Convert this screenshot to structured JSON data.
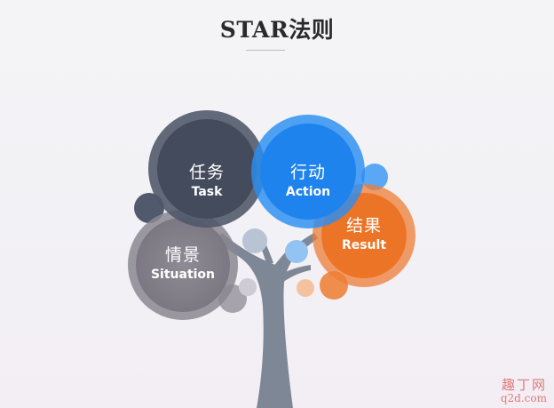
{
  "title": "STAR法则",
  "nodes": {
    "task": {
      "cn": "任务",
      "en": "Task"
    },
    "action": {
      "cn": "行动",
      "en": "Action"
    },
    "result": {
      "cn": "结果",
      "en": "Result"
    },
    "situation": {
      "cn": "情景",
      "en": "Situation"
    }
  },
  "colors": {
    "task": "#4d5669",
    "action": "#2a8ef2",
    "result": "#ee7e35",
    "situation": "#8b8790",
    "trunk": "#7e8796"
  },
  "watermark": {
    "cn": "趣丁网",
    "url": "q2d.com"
  }
}
